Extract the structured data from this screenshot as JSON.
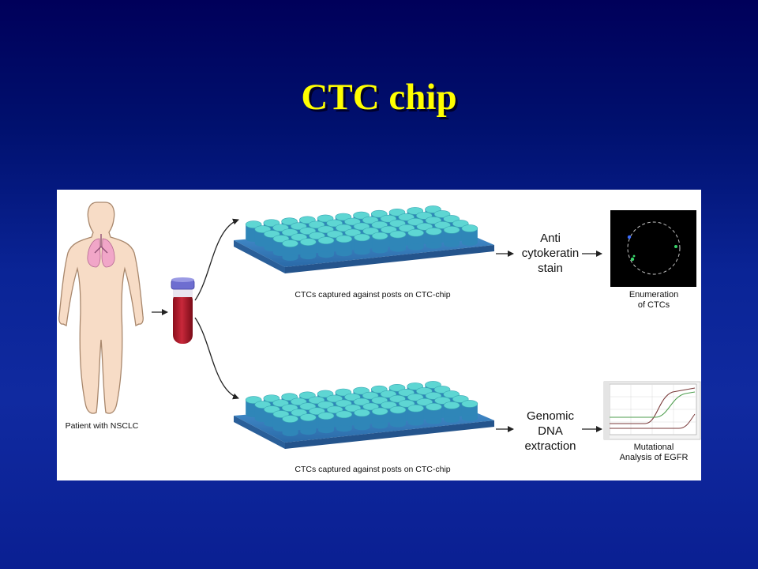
{
  "slide": {
    "title": "CTC chip"
  },
  "figure": {
    "patient_label": "Patient with NSCLC",
    "top_branch": {
      "chip_caption": "CTCs captured against posts on CTC-chip",
      "step_lines": [
        "Anti",
        "cytokeratin",
        "stain"
      ],
      "result_lines": [
        "Enumeration",
        "of CTCs"
      ]
    },
    "bottom_branch": {
      "chip_caption": "CTCs captured against posts on CTC-chip",
      "step_lines": [
        "Genomic",
        "DNA",
        "extraction"
      ],
      "result_lines": [
        "Mutational",
        "Analysis of EGFR"
      ]
    }
  },
  "colors": {
    "title": "#ffff00",
    "post_top": "#5ed6d3",
    "post_side": "#2f86b8",
    "base": "#3f86c6",
    "cell": "#f0a8cf",
    "blood": "#b2192a",
    "cap": "#6e6ed0"
  }
}
